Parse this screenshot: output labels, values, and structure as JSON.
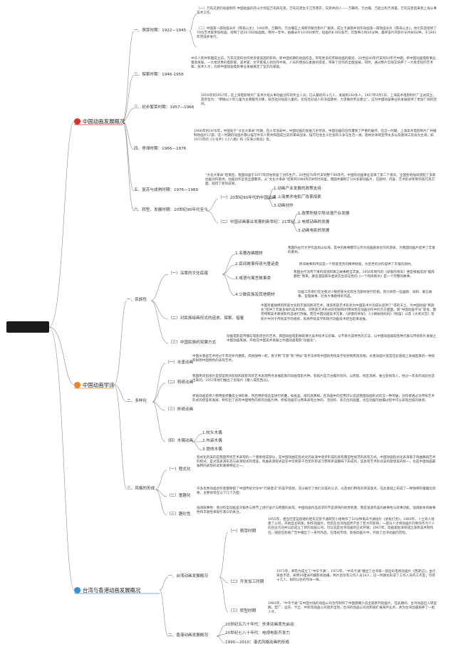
{
  "branches": [
    {
      "label": "中国动画发展概况",
      "color": "#d9342b"
    },
    {
      "label": "中国动画学派",
      "color": "#e9862b"
    },
    {
      "label": "台湾与香港动画发展概况",
      "color": "#3a8fd9"
    }
  ],
  "b1": {
    "p1": {
      "label": "一、萌芽时期：1922—1945",
      "t1": "（一）万氏兄弟的动画制作 中国动画的开山大师是万氏四兄弟。万氏兄弟生于江苏南京，兄弟共四人——万籁鸣、万古蟾、万超尘和万涤寰。万氏兄弟后来到上海从事美术工作。",
      "t2": "（二）中国第一部动画长片《铁扇公主》 1940年，万籁鸣、万古蟾在上海新华联合影片厂邀请，成立卡通部并创作动画第一部动画长片《铁扇公主》，他们先后组织了70位艺术家参加绘画，绘制了近20 000张画稿，用时一年半。拍摄长片10 000余尺，铅画约8 000多尺，可放映小时20分钟。最终该片的影片长约80分钟，于1941年完成并发行。"
    },
    "p2": {
      "label": "二、探索时期：1946-1956",
      "t": "中华人民共和国成立前，万氏兄弟的创作更多受美国的影响，新中国初期的动画作品，带有更多的苏联动画的痕迹。20世纪40年代末到50年代中期，新中国动画电影事业蓬勃发展，一大批优秀的电影家、美术家、文学家投入到创作中来。人员的增加与素质的提高，带来了创作的全面发展。同时，通过制片实践又培养了一大批年轻的艺术家、技术人才，为新中国动画电影事业发展奠定了坚实的基础。"
    },
    "p3": {
      "label": "三、初步繁荣时期：1957—1966",
      "t": "1950年到1957年，在上海电影制片厂美术片组从事动画创作的专业人员，已从最初的十几人，发展到240多人。1957年4月1日，上海美术电影制片厂正式成立，其宗旨为：“明确以少年儿童为主要服务对象，既包括对低龄儿童的，也包括对成人的深度题材，力求做到专业建立”。这为中国动画事业的发展提供了更加广阔的空间。"
    },
    "p4": {
      "label": "四、停滞时期：1966—1976",
      "t": "1966年到1976年，中国处于“文化大革命”时期，在十年浩劫中，中国动画的发展几乎停滞，中国动画的创作遭到了严重的破坏。在这一时期，上海美术电影制片厂共摄制动画片17部，这一时期的动画片都以描写中华人民共和国成立前的革命战争，描写社会主义社会的斗争与生活一类，题材太单纯宣传太多以及歌颂工农兵为主调，如1973年的《小号手》《小八路》和《东海小哨兵》等。"
    },
    "p5": {
      "label": "五、复苏与成熟时期：1976—1989",
      "t": "“文化大革命”结束后，我国动画于1977年开始恢复了创作生产。20世纪70年代末到整个80年代，中国的动画事业迎来了第二个春天。全国各地陆续建起了多家动画创作基地，动画创作呈现全面繁荣。从“文化大革命”结束到1984年的8年时间里，我国共摄制了100多部动画片，在题材、内容、艺术形式和制作技巧等方面，取得了新的成果。"
    },
    "p6": {
      "label": "六、转型、发展时期：20世纪90年代至今",
      "s1": {
        "label": "（一）20世纪90年代的中国动画",
        "items": [
          "1.动画产业发展的政策支持",
          "2.上海美术电影厂改革探索",
          "3.动画创作"
        ]
      },
      "s2": {
        "label": "（二）中国动画事业发展的新世纪：21世纪",
        "items": [
          "1.政策积极引导动漫产业发展",
          "2.电视动画的发展",
          "3.动画电影的发展"
        ]
      }
    }
  },
  "b2": {
    "q1": {
      "label": "一、民族性",
      "s1": {
        "label": "（一）深厚的文化底蕴",
        "items": [
          {
            "label": "1.名著改编题材",
            "t": "我国的古代文学作品如山似海，其中的故事都可以作为动画剧本创作的源泉。为我国动画片提供了丰富的素材。"
          },
          {
            "label": "2.民间故事传说与童话类",
            "t": "民间故事和传说是一个民族宝贵的精神财富，为后世的创作提供了丰富的源材。"
          },
          {
            "label": "3.成语与寓言故事类",
            "t": "我国古代流传下来的成语和寓言故事相当丰富。1956年制作的《骄傲的将军》便是根据成语“临阵磨枪”而来。著名漫画家华君武先生辩证性的《一个和尚挑水》是一个完整的故事。"
          },
          {
            "label": "4.少数民族及其他题材",
            "t": "动画工作者们在注重对少数民族文化和生活题材进行挖掘。努力将有一些幽默、讽刺、寓言故事、哲理故事、社会大事题材的作品。"
          }
        ]
      },
      "s2": {
        "label": "（二）对民族绘画形式的追求、探索、借鉴",
        "t": "中国有着独特的民族文化和丰富的民间艺术，诸多民族艺术形式为中国美术片的成长提供了“得的天土。为中国动画“民族化”提供了丰富多样的美术风格。对民族艺术形式的挖掘和利用体现在动画创作中的方方面面。简“中国动画学派”等身，都曾纯粹美术路线和作品进行改编，而在中国动画美术元素，《骄傲的将军》、《小蝌蚪找妈妈》《牧笛》以及《大闹天宫》等影片中对于传统美学的继承，就将传统美学和现代动画技术结合起来发展。"
      },
      "s3": {
        "label": "（三）中国民族的双翼方式",
        "t": "动画电影是传播与电影结合的艺术。我国动画电影散取博大美术技术与剪辑、以节奏为其特色的方法，以中国动画吸取各种元素与传统影片发展之中国动画发展，开始在中国美术发展之中国动画电影“动画化”。"
      }
    },
    "q2": {
      "label": "二、多样化",
      "s1": {
        "label": "（一）水墨动画",
        "t": "中国水墨画艺术经过千年的岁月磨练，风格独特一帜，善于用“写意”和“神似”等手法体现中国的传统美学思想和民族风格。水墨动画片就是在此基础上发展起来的一种具有鲜明中国特色的表现艺术。"
      },
      "s2": {
        "label": "（二）剪纸动画",
        "t": "我国民间剪纸片是借鉴民间剪纸和皮影戏的艺术表现特点发展起来的动画电影片种。剪纸片是万古蟾开创的，以民族、地区风格、独立影视等人，经过一年多的试验创造出来的。1957年他们推出了剪纸片《猪八戒吃西瓜》。"
      },
      "s3": {
        "label": "（三）折纸动画",
        "t": "折纸动画是把人物用纸折叠成立体形象，然后用折纸造型进行折叠，如纸盒、纸玩具那样。在动画中的应用可以说是我国动画形式的又一种突破，创作者通过对传统艺术形式的借鉴和发展，制作出了具有中国特色的新的动画片种。折纸动画可以用来表现立体的、活动的、多方位的画面，也在动画的拍摄过程中可以表现出纸的质感。"
      },
      "s4": {
        "label": "（四）木偶动画",
        "items": [
          "1.杖头木偶",
          "2.布袋木偶",
          "3.提线木偶"
        ]
      }
    },
    "q3": {
      "label": "三、风格的形成",
      "s1": {
        "label": "（一）程式化",
        "t": "程式化的美的是我国传统艺术表现的一个重要组成部分，是中国戏曲在程式化的表演中逐步形成的具有典型性规范的表现方式。中国动画程式化表演基于戏曲舞蹈艺术的程式，是对其表演形态与表演程式的借鉴，戏曲表演程式是在中华民族千百年的审美习惯和审美趣味下形成的，是具有艺术形式美和意境美的统一，也是中国动画最独特的表现形式和重要特征之一。"
      },
      "s2": {
        "label": "（二）童趣化",
        "t": "许多优秀动画创作者都保留了中国传统文化中“行随意识”的美学思想。充分展示了他们对美的认识，以及他们特有的审美观点，在此基础上形成了一种独特的童趣化风格，主要体现在以下几个方面："
      },
      "s3": {
        "label": "（三）趣化性",
        "t": "强调叙事性：善创作型动画是对角色与情节上进行设计与把握的表现，中国动画作品追求的不是单纯的视觉刺激，而是强调作品的故事性与叙事功能，强调剧本的故事性和丰富性来吸引观众的关注。"
      }
    }
  },
  "b3": {
    "r1": {
      "label": "一、台湾动画发展概况",
      "s1": {
        "label": "（一）萌芽时期",
        "t": "1955年，祖当巴亚蓝倡建的祖氏兄弟卡通研究小组制作了10分钟黑白卡通短片《武松打虎》；1960年，卜立等人组建了公司，开始自主研发，制作动画片，然后在台湾动画界产生了巨大的影响，一部分人才将动画片的制作作为个人的创业方向并以此成立了新的动画公司，可以说是台湾动画的正式开端；1967年，动画家赵泽修成立泽修美术制作社，随后在影视广告中播出了一系列作品。在电视市场、影视动画片中，开始了台湾动画的历程。"
      },
      "s2": {
        "label": "（二）开发加工时期",
        "t": "1971年，郑有为成立了“中华卡通”。1972年，“中华卡通”播出了台湾第一部全彩电视动画片《西游记》，由于资金不足，采用16厘米的摄影机拍摄，制片后仅有工作人员14人，这一时期也形成了工作人员的工作室，仅有十几人，如同以往的作坊一样。"
      },
      "s3": {
        "label": "（三）转型时期",
        "t": "1983年，“中华卡通”与中国大陆的动画公司合作制作了中国唐朝小说主题系列动画片，在此期间，台湾动画迈入转型期。宏广、远东、卡丘、中影等动画公司逐步出现，台湾的动画公司也积极扩展海外业务，并为台湾动画培养了一批人才。"
      }
    },
    "r2": {
      "label": "二、香港动画发展概况",
      "items": [
        "20世纪五六十年代：外来动画率先启动",
        "20世纪七八十年代：电视电影齐发力",
        "1990—2010：港式风格动画的形成"
      ]
    }
  }
}
